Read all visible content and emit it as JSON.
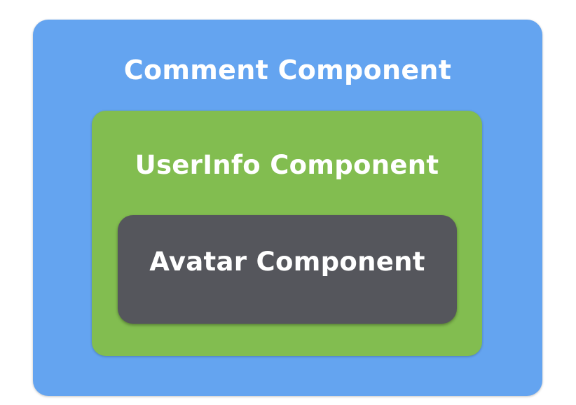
{
  "diagram": {
    "outer_box": {
      "label": "Comment Component",
      "color": "#64a4f0"
    },
    "middle_box": {
      "label": "UserInfo Component",
      "color": "#82bd50"
    },
    "inner_box": {
      "label": "Avatar Component",
      "color": "#55565c"
    }
  }
}
